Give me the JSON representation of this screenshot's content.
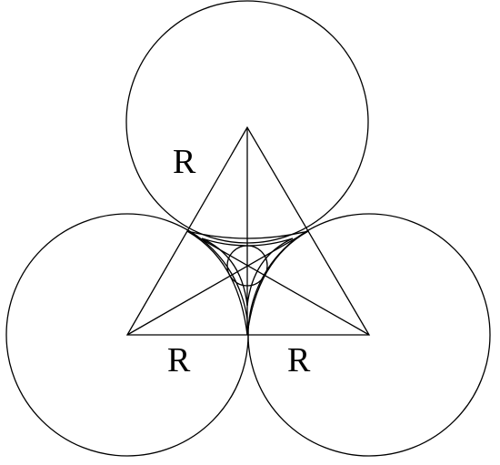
{
  "diagram": {
    "labels": {
      "top": "R",
      "bottom_left": "R",
      "bottom_right": "R"
    },
    "stroke_color": "#000000",
    "label_color": "#000000",
    "background_color": "#ffffff"
  }
}
